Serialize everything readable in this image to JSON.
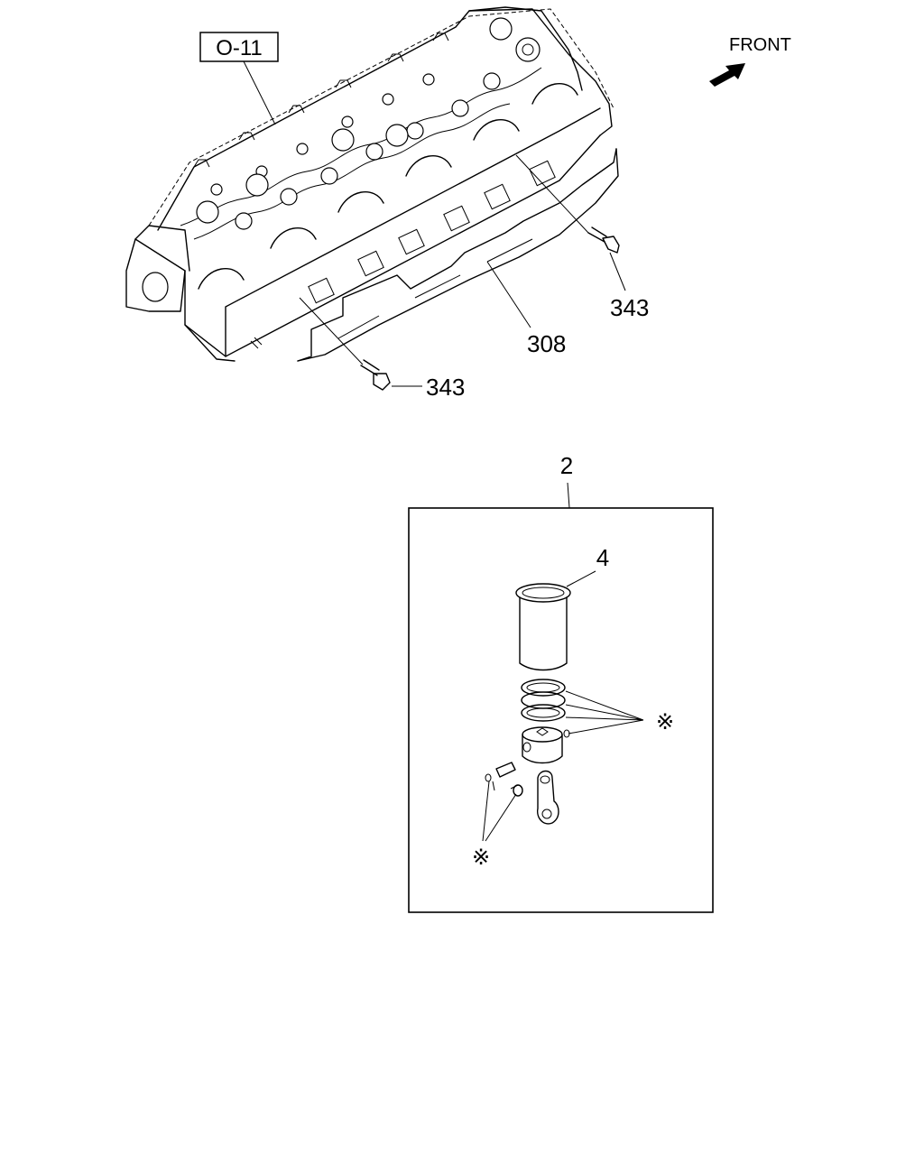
{
  "reference_tag": "O-11",
  "direction_label": "FRONT",
  "callouts": {
    "gasket": "308",
    "bolt_upper": "343",
    "bolt_lower": "343",
    "kit": "2",
    "liner": "4",
    "note_symbol_right": "※",
    "note_symbol_left": "※"
  }
}
